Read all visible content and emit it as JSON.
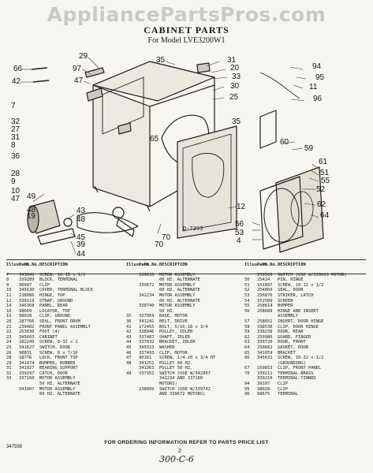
{
  "watermark": "AppliancePartsPros.com",
  "header": {
    "title": "CABINET PARTS",
    "model": "For Model LVE3200W1"
  },
  "diagram_code": "D-7393",
  "callouts": [
    "66",
    "42",
    "29",
    "97",
    "35",
    "47",
    "31",
    "20",
    "33",
    "30",
    "25",
    "7",
    "32",
    "27",
    "31",
    "8",
    "36",
    "35",
    "65",
    "28",
    "9",
    "10",
    "47",
    "49",
    "48",
    "19",
    "43",
    "48",
    "45",
    "39",
    "44",
    "70",
    "70",
    "94",
    "95",
    "11",
    "96",
    "60",
    "59",
    "61",
    "51",
    "55",
    "52",
    "12",
    "62",
    "64",
    "56",
    "53",
    "4"
  ],
  "table": {
    "columns": [
      "Illus. No.",
      "Part No.",
      "DESCRIPTION"
    ],
    "col1": [
      [
        "7",
        "343641",
        "SCREW, 10-16 x 1/2"
      ],
      [
        "8",
        "339289",
        "BLOCK, TERMINAL"
      ],
      [
        "9",
        "90997",
        "CLIP"
      ],
      [
        "10",
        "345630",
        "COVER, TERMINAL BLOCK"
      ],
      [
        "11",
        "238086",
        "HINGE, TOP"
      ],
      [
        "12",
        "339119",
        "STRAP, GROUND"
      ],
      [
        "14",
        "346368",
        "PANEL, REAR"
      ],
      [
        "16",
        "98669",
        "LOCATOR, TOP"
      ],
      [
        "19",
        "98028",
        "CLIP, GROUND"
      ],
      [
        "20",
        "287766",
        "SEAL, FRONT DRUM"
      ],
      [
        "21",
        "239482",
        "FRONT PANEL ASSEMBLY"
      ],
      [
        "22",
        "253030",
        "FOOT (4)"
      ],
      [
        "23",
        "345603",
        "CABINET"
      ],
      [
        "24",
        "282249",
        "SCREW, 8-32 x 1"
      ],
      [
        "25",
        "341627",
        "SWITCH, DOOR"
      ],
      [
        "26",
        "98831",
        "SCREW, 8 x 7/16"
      ],
      [
        "28",
        "18776",
        "LOCK, FRONT TOP"
      ],
      [
        "29",
        "341474",
        "BUMPER, RUBBER"
      ],
      [
        "31",
        "341927",
        "BEARING SUPPORT"
      ],
      [
        "32",
        "339297",
        "CATCH, DOOR"
      ],
      [
        "33",
        "337160",
        "MOTOR ASSEMBLY"
      ],
      [
        "",
        "",
        "50 HZ. ALTERNATE"
      ],
      [
        "",
        "341907",
        "MOTOR ASSEMBLY"
      ],
      [
        "",
        "",
        "60 HZ. ALTERNATE"
      ]
    ],
    "col2": [
      [
        "",
        "339635",
        "MOTOR ASSEMBLY"
      ],
      [
        "",
        "",
        "60 HZ. ALTERNATE"
      ],
      [
        "",
        "339672",
        "MOTOR ASSEMBLY"
      ],
      [
        "",
        "",
        "60 HZ. ALTERNATE"
      ],
      [
        "",
        "342234",
        "MOTOR ASSEMBLY"
      ],
      [
        "",
        "",
        "60 HZ. ALTERNATE"
      ],
      [
        "",
        "338740",
        "MOTOR ASSEMBLY"
      ],
      [
        "",
        "",
        "50 HZ."
      ],
      [
        "35",
        "337064",
        "BASE, MOTOR"
      ],
      [
        "36",
        "341241",
        "BELT, DRIVE"
      ],
      [
        "41",
        "172455",
        "BOLT, 5/16-18 x 3/4"
      ],
      [
        "42",
        "338946",
        "PULLEY, IDLER"
      ],
      [
        "43",
        "337487",
        "SHAFT, IDLER"
      ],
      [
        "44",
        "337032",
        "BRACKET, IDLER"
      ],
      [
        "45",
        "349323",
        "WASHER"
      ],
      [
        "46",
        "337493",
        "CLIP, MOTOR"
      ],
      [
        "47",
        "90161",
        "SCREW, 1/4-20 x 3/4 HT"
      ],
      [
        "48",
        "341251",
        "PULLEY 60 HZ."
      ],
      [
        "",
        "341363",
        "PULLEY 50 HZ."
      ],
      [
        "49",
        "337352",
        "SWITCH (USE W/342907"
      ],
      [
        "",
        "",
        "342234 AND 337160"
      ],
      [
        "",
        "",
        "MOTORS)"
      ],
      [
        "",
        "238099",
        "SWITCH (USE W/339742"
      ],
      [
        "",
        "",
        "AND 339672 MOTORS)"
      ]
    ],
    "col3": [
      [
        "",
        "259509",
        "SWITCH (USE W/33962S MOTOR)"
      ],
      [
        "50",
        "25424",
        "PIN, HINGE"
      ],
      [
        "51",
        "161897",
        "SCREW, 10-12 x 1/2"
      ],
      [
        "52",
        "254860",
        "SEAL, DOOR"
      ],
      [
        "53",
        "256876",
        "STRIKER, LATCH"
      ],
      [
        "54",
        "152589",
        "SCREEN"
      ],
      [
        "55",
        "258614",
        "BUMPER"
      ],
      [
        "56",
        "258689",
        "HINGE AND INSERT"
      ],
      [
        "",
        "",
        "ASSEMBLY"
      ],
      [
        "57",
        "258651",
        "INSERT, DOOR HINGE"
      ],
      [
        "58",
        "338530",
        "CLIP, DOOR HINGE"
      ],
      [
        "59",
        "338239",
        "DOOR, REAR"
      ],
      [
        "62",
        "259986",
        "GUARD, FINGER"
      ],
      [
        "63",
        "339720",
        "DOOR, FRONT"
      ],
      [
        "64",
        "258662",
        "GASKET, DOOR"
      ],
      [
        "65",
        "341059",
        "BRACKET"
      ],
      [
        "66",
        "345631",
        "SCREW, 10-32 x 1/2"
      ],
      [
        "",
        "",
        "(GROUNDING)"
      ],
      [
        "67",
        "259853",
        "CLIP, FRONT PANEL"
      ],
      [
        "70",
        "339211",
        "TERMINAL-BRASS"
      ],
      [
        "",
        "339210",
        "TERMINAL-TINNED"
      ],
      [
        "94",
        "39107",
        "CLIP"
      ],
      [
        "95",
        "98028",
        "CLIP"
      ],
      [
        "96",
        "98675",
        "TERMINAL"
      ]
    ]
  },
  "footer": "FOR ORDERING INFORMATION REFER TO PARTS PRICE LIST",
  "page_number": "2",
  "doc_number": "347598",
  "handwriting": "300-C-6"
}
